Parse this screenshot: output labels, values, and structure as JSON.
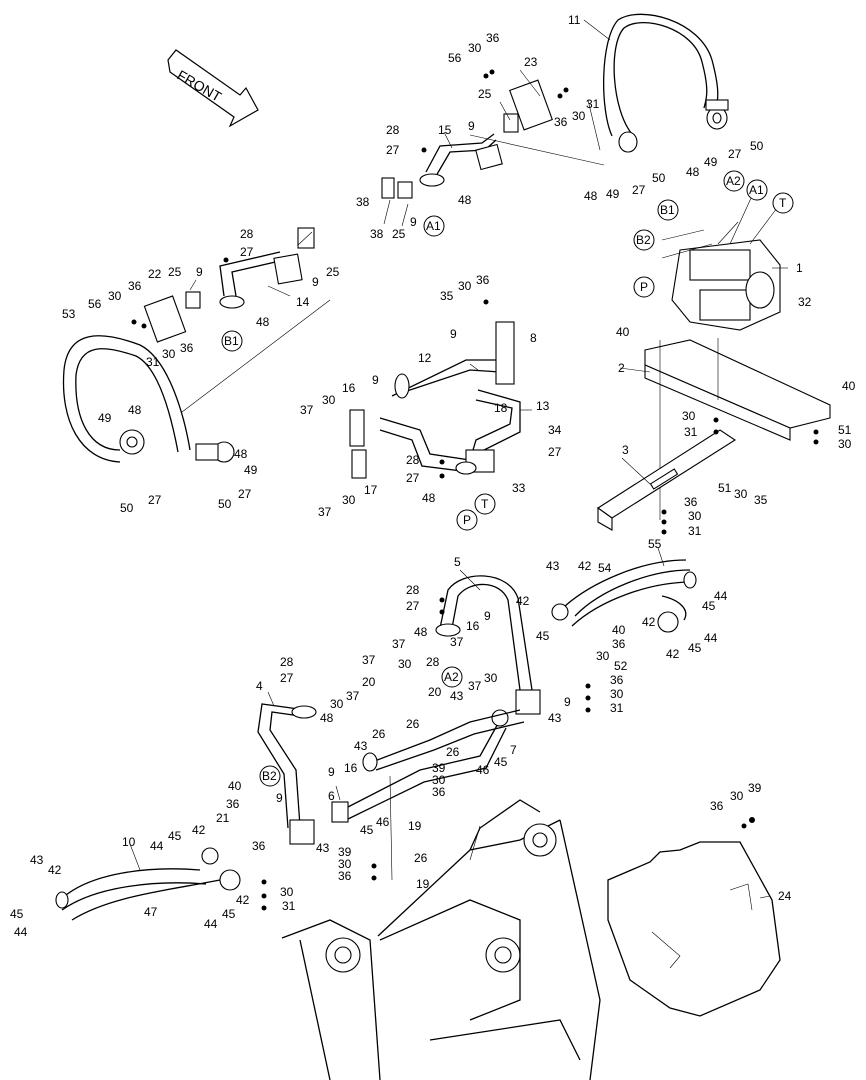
{
  "front_label": "FRONT",
  "callouts": [
    {
      "id": "c11",
      "t": "11"
    },
    {
      "id": "c30a",
      "t": "30"
    },
    {
      "id": "c36a",
      "t": "36"
    },
    {
      "id": "c56a",
      "t": "56"
    },
    {
      "id": "c23",
      "t": "23"
    },
    {
      "id": "c31a",
      "t": "31"
    },
    {
      "id": "c30b",
      "t": "30"
    },
    {
      "id": "c36b",
      "t": "36"
    },
    {
      "id": "c25a",
      "t": "25"
    },
    {
      "id": "c9a",
      "t": "9"
    },
    {
      "id": "c28a",
      "t": "28"
    },
    {
      "id": "c15",
      "t": "15"
    },
    {
      "id": "c27a",
      "t": "27"
    },
    {
      "id": "c48a",
      "t": "48"
    },
    {
      "id": "c49a",
      "t": "49"
    },
    {
      "id": "c27b",
      "t": "27"
    },
    {
      "id": "c50a",
      "t": "50"
    },
    {
      "id": "c48b",
      "t": "48"
    },
    {
      "id": "c49b",
      "t": "49"
    },
    {
      "id": "c27c",
      "t": "27"
    },
    {
      "id": "c50b",
      "t": "50"
    },
    {
      "id": "c9b",
      "t": "9"
    },
    {
      "id": "c48c",
      "t": "48"
    },
    {
      "id": "c38a",
      "t": "38"
    },
    {
      "id": "c25b",
      "t": "25"
    },
    {
      "id": "c38b",
      "t": "38"
    },
    {
      "id": "c28b",
      "t": "28"
    },
    {
      "id": "c27d",
      "t": "27"
    },
    {
      "id": "c9c",
      "t": "9"
    },
    {
      "id": "c25c",
      "t": "25"
    },
    {
      "id": "c22",
      "t": "22"
    },
    {
      "id": "c25d",
      "t": "25"
    },
    {
      "id": "c9d",
      "t": "9"
    },
    {
      "id": "c14",
      "t": "14"
    },
    {
      "id": "c56b",
      "t": "56"
    },
    {
      "id": "c30c",
      "t": "30"
    },
    {
      "id": "c36c",
      "t": "36"
    },
    {
      "id": "c53",
      "t": "53"
    },
    {
      "id": "c30d",
      "t": "30"
    },
    {
      "id": "c36d",
      "t": "36"
    },
    {
      "id": "c31b",
      "t": "31"
    },
    {
      "id": "c48d",
      "t": "48"
    },
    {
      "id": "c1",
      "t": "1"
    },
    {
      "id": "c32",
      "t": "32"
    },
    {
      "id": "c35a",
      "t": "35"
    },
    {
      "id": "c30e",
      "t": "30"
    },
    {
      "id": "c36e",
      "t": "36"
    },
    {
      "id": "c9e",
      "t": "9"
    },
    {
      "id": "c8",
      "t": "8"
    },
    {
      "id": "c40a",
      "t": "40"
    },
    {
      "id": "c2",
      "t": "2"
    },
    {
      "id": "c40b",
      "t": "40"
    },
    {
      "id": "c12",
      "t": "12"
    },
    {
      "id": "c49c",
      "t": "49"
    },
    {
      "id": "c48e",
      "t": "48"
    },
    {
      "id": "c37a",
      "t": "37"
    },
    {
      "id": "c30f",
      "t": "30"
    },
    {
      "id": "c16a",
      "t": "16"
    },
    {
      "id": "c9f",
      "t": "9"
    },
    {
      "id": "c18",
      "t": "18"
    },
    {
      "id": "c13",
      "t": "13"
    },
    {
      "id": "c30g",
      "t": "30"
    },
    {
      "id": "c31c",
      "t": "31"
    },
    {
      "id": "c51a",
      "t": "51"
    },
    {
      "id": "c30h",
      "t": "30"
    },
    {
      "id": "c34",
      "t": "34"
    },
    {
      "id": "c48f",
      "t": "48"
    },
    {
      "id": "c27e",
      "t": "27"
    },
    {
      "id": "c49d",
      "t": "49"
    },
    {
      "id": "c27f",
      "t": "27"
    },
    {
      "id": "c28c",
      "t": "28"
    },
    {
      "id": "c27g",
      "t": "27"
    },
    {
      "id": "c50c",
      "t": "50"
    },
    {
      "id": "c50d",
      "t": "50"
    },
    {
      "id": "c27h",
      "t": "27"
    },
    {
      "id": "c37b",
      "t": "37"
    },
    {
      "id": "c17",
      "t": "17"
    },
    {
      "id": "c30i",
      "t": "30"
    },
    {
      "id": "c3",
      "t": "3"
    },
    {
      "id": "c48g",
      "t": "48"
    },
    {
      "id": "c33",
      "t": "33"
    },
    {
      "id": "c51b",
      "t": "51"
    },
    {
      "id": "c30j",
      "t": "30"
    },
    {
      "id": "c35b",
      "t": "35"
    },
    {
      "id": "c36f",
      "t": "36"
    },
    {
      "id": "c30k",
      "t": "30"
    },
    {
      "id": "c31d",
      "t": "31"
    },
    {
      "id": "c5",
      "t": "5"
    },
    {
      "id": "c55",
      "t": "55"
    },
    {
      "id": "c43a",
      "t": "43"
    },
    {
      "id": "c42a",
      "t": "42"
    },
    {
      "id": "c54",
      "t": "54"
    },
    {
      "id": "c28d",
      "t": "28"
    },
    {
      "id": "c27i",
      "t": "27"
    },
    {
      "id": "c42b",
      "t": "42"
    },
    {
      "id": "c44a",
      "t": "44"
    },
    {
      "id": "c45a",
      "t": "45"
    },
    {
      "id": "c9g",
      "t": "9"
    },
    {
      "id": "c48h",
      "t": "48"
    },
    {
      "id": "c16b",
      "t": "16"
    },
    {
      "id": "c45b",
      "t": "45"
    },
    {
      "id": "c40c",
      "t": "40"
    },
    {
      "id": "c42c",
      "t": "42"
    },
    {
      "id": "c44b",
      "t": "44"
    },
    {
      "id": "c36g",
      "t": "36"
    },
    {
      "id": "c45c",
      "t": "45"
    },
    {
      "id": "c42d",
      "t": "42"
    },
    {
      "id": "c28e",
      "t": "28"
    },
    {
      "id": "c27j",
      "t": "27"
    },
    {
      "id": "c37c",
      "t": "37"
    },
    {
      "id": "c37d",
      "t": "37"
    },
    {
      "id": "c30l",
      "t": "30"
    },
    {
      "id": "c28f",
      "t": "28"
    },
    {
      "id": "c52",
      "t": "52"
    },
    {
      "id": "c36h",
      "t": "36"
    },
    {
      "id": "c30m",
      "t": "30"
    },
    {
      "id": "c4",
      "t": "4"
    },
    {
      "id": "c37e",
      "t": "37"
    },
    {
      "id": "c30n",
      "t": "30"
    },
    {
      "id": "c20a",
      "t": "20"
    },
    {
      "id": "c20b",
      "t": "20"
    },
    {
      "id": "c37f",
      "t": "37"
    },
    {
      "id": "c30o",
      "t": "30"
    },
    {
      "id": "c9h",
      "t": "9"
    },
    {
      "id": "c31e",
      "t": "31"
    },
    {
      "id": "c30p",
      "t": "30"
    },
    {
      "id": "c37g",
      "t": "37"
    },
    {
      "id": "c43b",
      "t": "43"
    },
    {
      "id": "c43c",
      "t": "43"
    },
    {
      "id": "c48i",
      "t": "48"
    },
    {
      "id": "c26a",
      "t": "26"
    },
    {
      "id": "c26b",
      "t": "26"
    },
    {
      "id": "c43d",
      "t": "43"
    },
    {
      "id": "c9i",
      "t": "9"
    },
    {
      "id": "c16c",
      "t": "16"
    },
    {
      "id": "c26c",
      "t": "26"
    },
    {
      "id": "c7",
      "t": "7"
    },
    {
      "id": "c46a",
      "t": "46"
    },
    {
      "id": "c45d",
      "t": "45"
    },
    {
      "id": "c39a",
      "t": "39"
    },
    {
      "id": "c30q",
      "t": "30"
    },
    {
      "id": "c36i",
      "t": "36"
    },
    {
      "id": "c6",
      "t": "6"
    },
    {
      "id": "c40d",
      "t": "40"
    },
    {
      "id": "c36j",
      "t": "36"
    },
    {
      "id": "c9j",
      "t": "9"
    },
    {
      "id": "c45e",
      "t": "45"
    },
    {
      "id": "c46b",
      "t": "46"
    },
    {
      "id": "c19a",
      "t": "19"
    },
    {
      "id": "c43e",
      "t": "43"
    },
    {
      "id": "c21",
      "t": "21"
    },
    {
      "id": "c36k",
      "t": "36"
    },
    {
      "id": "c30r",
      "t": "30"
    },
    {
      "id": "c31f",
      "t": "31"
    },
    {
      "id": "c39b",
      "t": "39"
    },
    {
      "id": "c30s",
      "t": "30"
    },
    {
      "id": "c36l",
      "t": "36"
    },
    {
      "id": "c26d",
      "t": "26"
    },
    {
      "id": "c19b",
      "t": "19"
    },
    {
      "id": "c10",
      "t": "10"
    },
    {
      "id": "c45f",
      "t": "45"
    },
    {
      "id": "c42e",
      "t": "42"
    },
    {
      "id": "c44c",
      "t": "44"
    },
    {
      "id": "c43f",
      "t": "43"
    },
    {
      "id": "c42f",
      "t": "42"
    },
    {
      "id": "c47",
      "t": "47"
    },
    {
      "id": "c42g",
      "t": "42"
    },
    {
      "id": "c45g",
      "t": "45"
    },
    {
      "id": "c44d",
      "t": "44"
    },
    {
      "id": "c45h",
      "t": "45"
    },
    {
      "id": "c44e",
      "t": "44"
    },
    {
      "id": "c36m",
      "t": "36"
    },
    {
      "id": "c30t",
      "t": "30"
    },
    {
      "id": "c39c",
      "t": "39"
    },
    {
      "id": "c24",
      "t": "24"
    }
  ],
  "port_labels": [
    {
      "id": "pA1a",
      "t": "A1"
    },
    {
      "id": "pB1a",
      "t": "B1"
    },
    {
      "id": "pA2a",
      "t": "A2"
    },
    {
      "id": "pA1b",
      "t": "A1"
    },
    {
      "id": "pB1b",
      "t": "B1"
    },
    {
      "id": "pT1",
      "t": "T"
    },
    {
      "id": "pB2a",
      "t": "B2"
    },
    {
      "id": "pP1",
      "t": "P"
    },
    {
      "id": "pP2",
      "t": "P"
    },
    {
      "id": "pT2",
      "t": "T"
    },
    {
      "id": "pA2b",
      "t": "A2"
    },
    {
      "id": "pB2b",
      "t": "B2"
    }
  ]
}
